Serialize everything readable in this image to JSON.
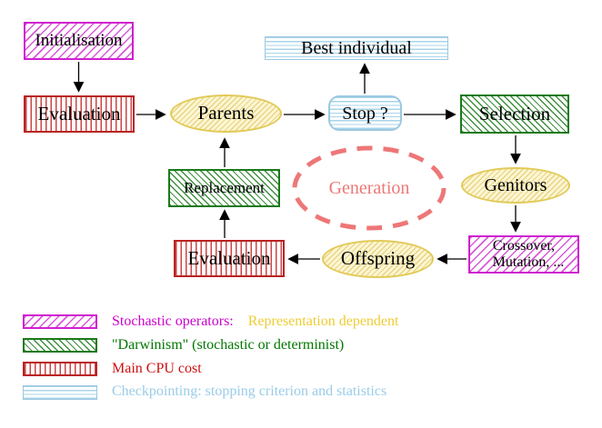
{
  "nodes": {
    "initialisation": {
      "label": "Initialisation"
    },
    "evaluation_top": {
      "label": "Evaluation"
    },
    "parents": {
      "label": "Parents"
    },
    "best_individual": {
      "label": "Best individual"
    },
    "stop": {
      "label": "Stop ?"
    },
    "selection": {
      "label": "Selection"
    },
    "genitors": {
      "label": "Genitors"
    },
    "crossover": {
      "line1": "Crossover,",
      "line2": "Mutation, ..."
    },
    "offspring": {
      "label": "Offspring"
    },
    "evaluation_bottom": {
      "label": "Evaluation"
    },
    "replacement": {
      "label": "Replacement"
    },
    "generation": {
      "label": "Generation"
    }
  },
  "legend": {
    "items": [
      {
        "swatch": "magenta-diagonal-hatch",
        "label": "Stochastic operators:",
        "label2": "Representation dependent",
        "color": "#cc00cc",
        "color2": "#eecc33"
      },
      {
        "swatch": "green-diagonal-hatch",
        "label": "\"Darwinism\" (stochastic or determinist)",
        "color": "#007700"
      },
      {
        "swatch": "red-vertical-stripes",
        "label": "Main CPU cost",
        "color": "#cc1111"
      },
      {
        "swatch": "cyan-horizontal-stripes",
        "label": "Checkpointing: stopping criterion and statistics",
        "color": "#99cce8"
      }
    ]
  },
  "colors": {
    "magenta_border": "#d020d0",
    "green_border": "#1a7a1a",
    "red_border": "#bb2222",
    "cyan_border": "#9cc8e0",
    "yellow_border": "#e2ca58",
    "salmon_dashed": "#ee7777",
    "arrow": "#000000"
  }
}
